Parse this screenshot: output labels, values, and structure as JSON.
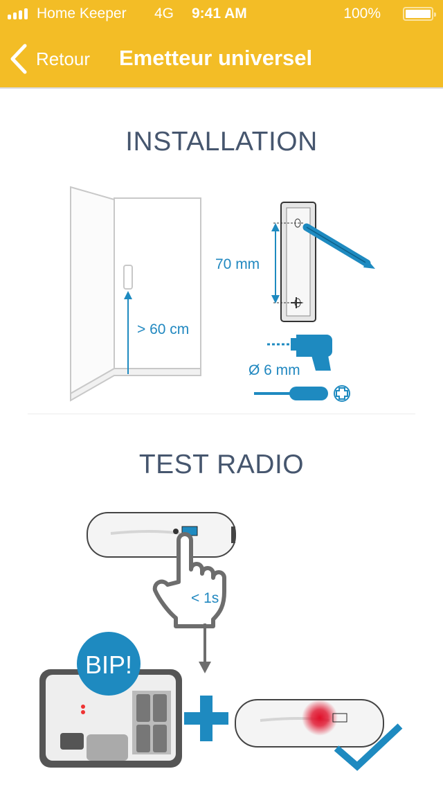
{
  "status_bar": {
    "carrier": "Home Keeper",
    "network": "4G",
    "time": "9:41 AM",
    "battery": "100%"
  },
  "nav": {
    "back_label": "Retour",
    "title": "Emetteur universel"
  },
  "installation": {
    "heading": "INSTALLATION",
    "height_label": "> 60 cm",
    "spacing_label": "70 mm",
    "drill_label": "Ø 6 mm"
  },
  "test_radio": {
    "heading": "TEST RADIO",
    "press_label": "< 1s",
    "beep_label": "BIP!"
  },
  "colors": {
    "accent": "#F3BD26",
    "illustration_blue": "#1E8AC0",
    "heading": "#46566E",
    "led": "#E0102A"
  }
}
